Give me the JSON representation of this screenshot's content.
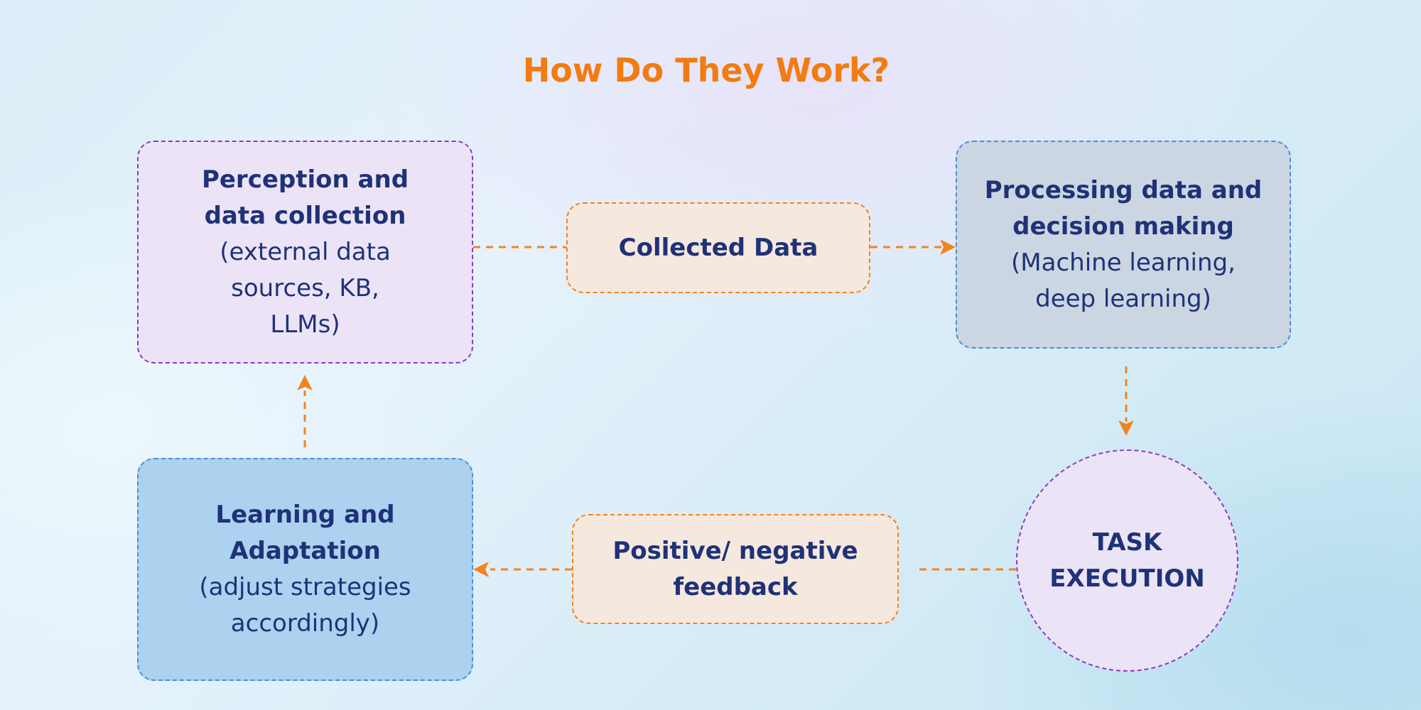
{
  "title": "How Do They Work?",
  "nodes": {
    "perception": {
      "heading_1": "Perception and",
      "heading_2": "data collection",
      "detail_1": "(external data",
      "detail_2": "sources, KB,",
      "detail_3": "LLMs)"
    },
    "collected": {
      "label": "Collected Data"
    },
    "processing": {
      "heading_1": "Processing data and",
      "heading_2": "decision making",
      "detail_1": "(Machine learning,",
      "detail_2": "deep learning)"
    },
    "task": {
      "label_1": "TASK",
      "label_2": "EXECUTION"
    },
    "feedback": {
      "label_1": "Positive/ negative",
      "label_2": "feedback"
    },
    "learning": {
      "heading_1": "Learning and",
      "heading_2": "Adaptation",
      "detail_1": "(adjust strategies",
      "detail_2": "accordingly)"
    }
  },
  "colors": {
    "accent": "#f27b12",
    "text": "#1f3278",
    "purple_border": "#8a3cc0",
    "blue_border": "#4a8ed8",
    "orange_border": "#f2841f"
  }
}
